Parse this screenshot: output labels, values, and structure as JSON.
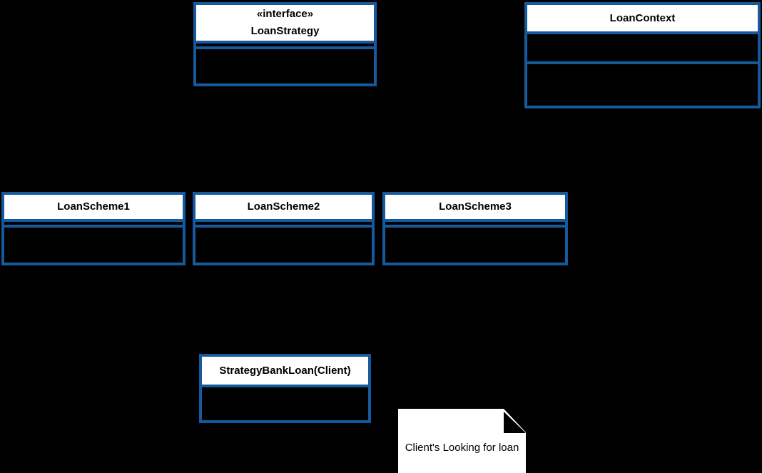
{
  "canvas": {
    "background": "#000000",
    "stroke": "#15599E",
    "fill": "#FFFFFF",
    "text_color": "#000000"
  },
  "classes": [
    {
      "stereotype": "«interface»",
      "name": "LoanStrategy"
    },
    {
      "name": "LoanContext"
    },
    {
      "name": "LoanScheme1"
    },
    {
      "name": "LoanScheme2"
    },
    {
      "name": "LoanScheme3"
    },
    {
      "name": "StrategyBankLoan(Client)"
    }
  ],
  "note": {
    "text": "Client's Looking for loan"
  }
}
